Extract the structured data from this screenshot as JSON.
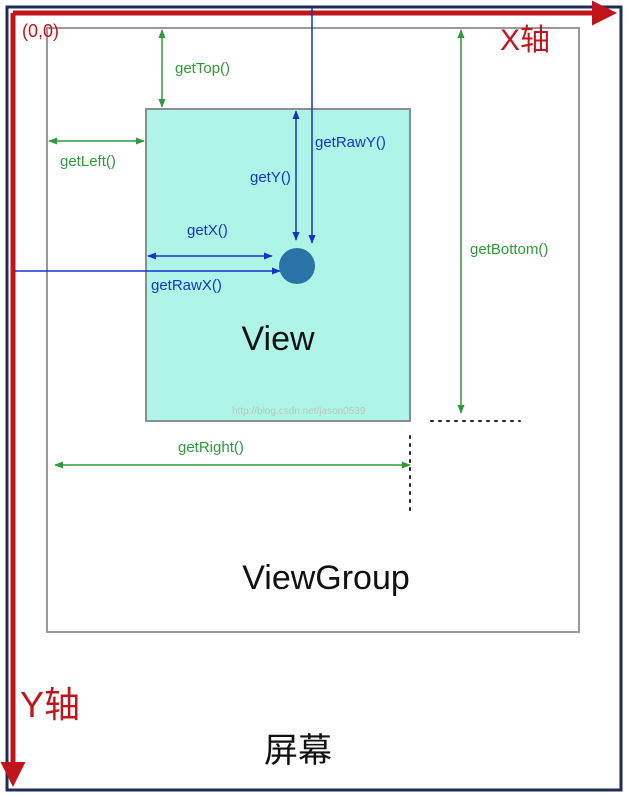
{
  "labels": {
    "origin": "(0,0)",
    "x_axis": "X轴",
    "y_axis": "Y轴",
    "screen": "屏幕",
    "view_group": "ViewGroup",
    "view": "View",
    "get_top": "getTop()",
    "get_left": "getLeft()",
    "get_right": "getRight()",
    "get_bottom": "getBottom()",
    "get_x": "getX()",
    "get_y": "getY()",
    "get_raw_x": "getRawX()",
    "get_raw_y": "getRawY()",
    "watermark": "http://blog.csdn.net/jason0539"
  },
  "colors": {
    "axis_red": "#c0151b",
    "screen_border": "#1f2d57",
    "group_border": "#999999",
    "view_fill": "#aef5e8",
    "view_border": "#8a8f8f",
    "green_measure": "#2f9a3a",
    "blue_measure": "#1434c8",
    "touch_point": "#2a73a6"
  }
}
